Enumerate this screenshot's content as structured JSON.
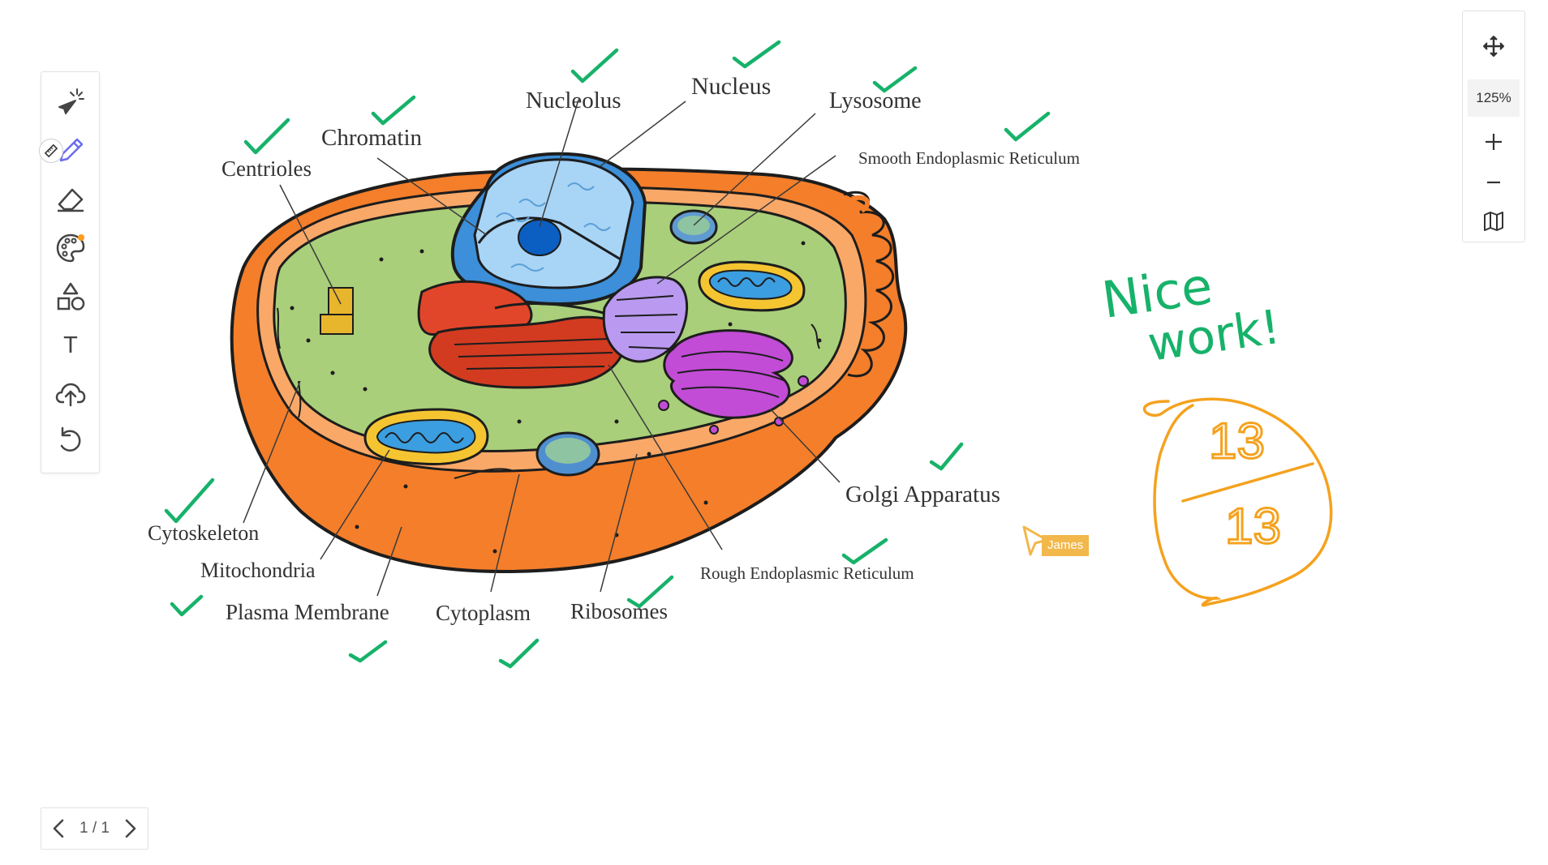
{
  "toolbar": {
    "tools": [
      {
        "name": "laser-pointer",
        "icon": "laser-pointer-icon"
      },
      {
        "name": "pen",
        "icon": "pencil-icon",
        "active": true
      },
      {
        "name": "eraser",
        "icon": "eraser-icon"
      },
      {
        "name": "color-palette",
        "icon": "palette-icon"
      },
      {
        "name": "shapes",
        "icon": "shapes-icon"
      },
      {
        "name": "text",
        "icon": "text-icon",
        "glyph": "T"
      },
      {
        "name": "upload",
        "icon": "cloud-upload-icon"
      },
      {
        "name": "undo",
        "icon": "undo-icon"
      }
    ],
    "accent_color": "#6b6cf0",
    "notification_color": "#ff9b1e"
  },
  "view_controls": {
    "zoom_level": "125%",
    "zoom_in_glyph": "+",
    "zoom_out_glyph": "−"
  },
  "pagination": {
    "current": "1",
    "separator": "/",
    "total": "1"
  },
  "diagram": {
    "labels": {
      "nucleolus": "Nucleolus",
      "nucleus": "Nucleus",
      "lysosome": "Lysosome",
      "chromatin": "Chromatin",
      "centrioles": "Centrioles",
      "smooth_er": "Smooth Endoplasmic Reticulum",
      "golgi": "Golgi Apparatus",
      "rough_er": "Rough Endoplasmic Reticulum",
      "cytoskeleton": "Cytoskeleton",
      "mitochondria": "Mitochondria",
      "plasma_membrane": "Plasma Membrane",
      "cytoplasm": "Cytoplasm",
      "ribosomes": "Ribosomes"
    }
  },
  "annotations": {
    "check_color": "#17b26a",
    "score_color": "#f4a21e",
    "praise_line1": "Nice",
    "praise_line2": "work!",
    "score_numerator": "13",
    "score_denominator": "13"
  },
  "collaborator": {
    "name": "James",
    "color": "#f2b84b"
  }
}
